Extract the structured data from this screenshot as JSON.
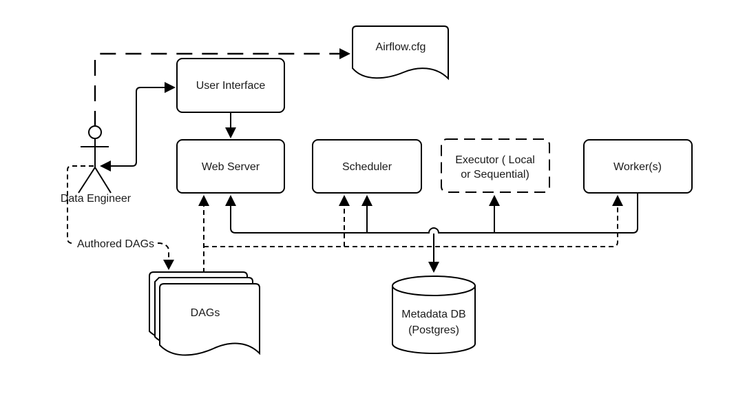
{
  "nodes": {
    "user_interface": {
      "label": "User Interface"
    },
    "airflow_cfg": {
      "label": "Airflow.cfg"
    },
    "web_server": {
      "label": "Web Server"
    },
    "scheduler": {
      "label": "Scheduler"
    },
    "executor": {
      "label_line1": "Executor ( Local",
      "label_line2": "or Sequential)"
    },
    "workers": {
      "label": "Worker(s)"
    },
    "dags": {
      "label": "DAGs"
    },
    "metadata_db": {
      "label_line1": "Metadata DB",
      "label_line2": "(Postgres)"
    },
    "data_engineer": {
      "label": "Data Engineer"
    }
  },
  "edge_labels": {
    "authored_dags": "Authored DAGs"
  },
  "edges": [
    {
      "from": "data_engineer",
      "to": "airflow_cfg",
      "style": "dashed",
      "label": ""
    },
    {
      "from": "data_engineer",
      "to": "user_interface",
      "style": "solid-double-arrow",
      "label": ""
    },
    {
      "from": "user_interface",
      "to": "web_server",
      "style": "solid",
      "label": ""
    },
    {
      "from": "workers",
      "to": "web_server",
      "style": "solid",
      "label": ""
    },
    {
      "from": "workers",
      "to": "scheduler",
      "style": "solid",
      "label": ""
    },
    {
      "from": "workers",
      "to": "executor",
      "style": "solid",
      "label": ""
    },
    {
      "from": "workers",
      "to": "metadata_db",
      "style": "solid",
      "label": ""
    },
    {
      "from": "dags",
      "to": "web_server",
      "style": "dashed",
      "label": ""
    },
    {
      "from": "dags",
      "to": "scheduler",
      "style": "dashed",
      "label": ""
    },
    {
      "from": "dags",
      "to": "workers",
      "style": "dashed",
      "label": ""
    },
    {
      "from": "data_engineer",
      "to": "dags",
      "style": "dashed",
      "label": "Authored DAGs"
    }
  ],
  "colors": {
    "stroke": "#000000",
    "shape_fill": "#ffffff",
    "background": "#ffffff"
  }
}
